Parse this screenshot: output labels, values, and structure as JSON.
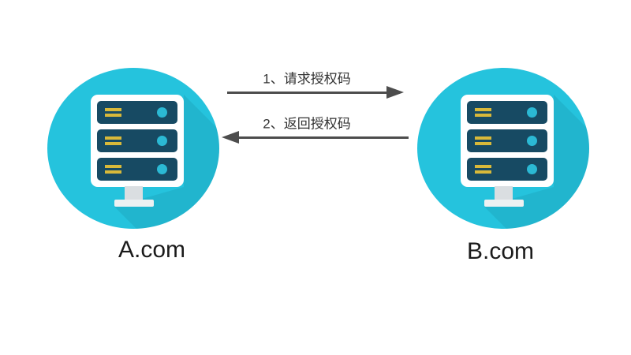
{
  "diagram": {
    "type": "sequence-flow",
    "nodes": [
      {
        "label": "A.com",
        "icon": "server-rack-icon"
      },
      {
        "label": "B.com",
        "icon": "server-rack-icon"
      }
    ],
    "arrows": [
      {
        "step": 1,
        "label": "1、请求授权码",
        "from": "A.com",
        "to": "B.com",
        "direction": "right"
      },
      {
        "step": 2,
        "label": "2、返回授权码",
        "from": "B.com",
        "to": "A.com",
        "direction": "left"
      }
    ],
    "colors": {
      "background": "#ffffff",
      "circle": "#25c3dd",
      "shadow": "rgba(0,55,75,0.10)",
      "server_body": "#174a63",
      "server_lines": "#d8b93a",
      "server_dot": "#2bb9d4",
      "stand_stem": "#dadee1",
      "stand_base": "#eef1f2",
      "arrow": "#4d4d4d",
      "label_text": "#333333",
      "node_text": "#1b1b1b"
    }
  }
}
